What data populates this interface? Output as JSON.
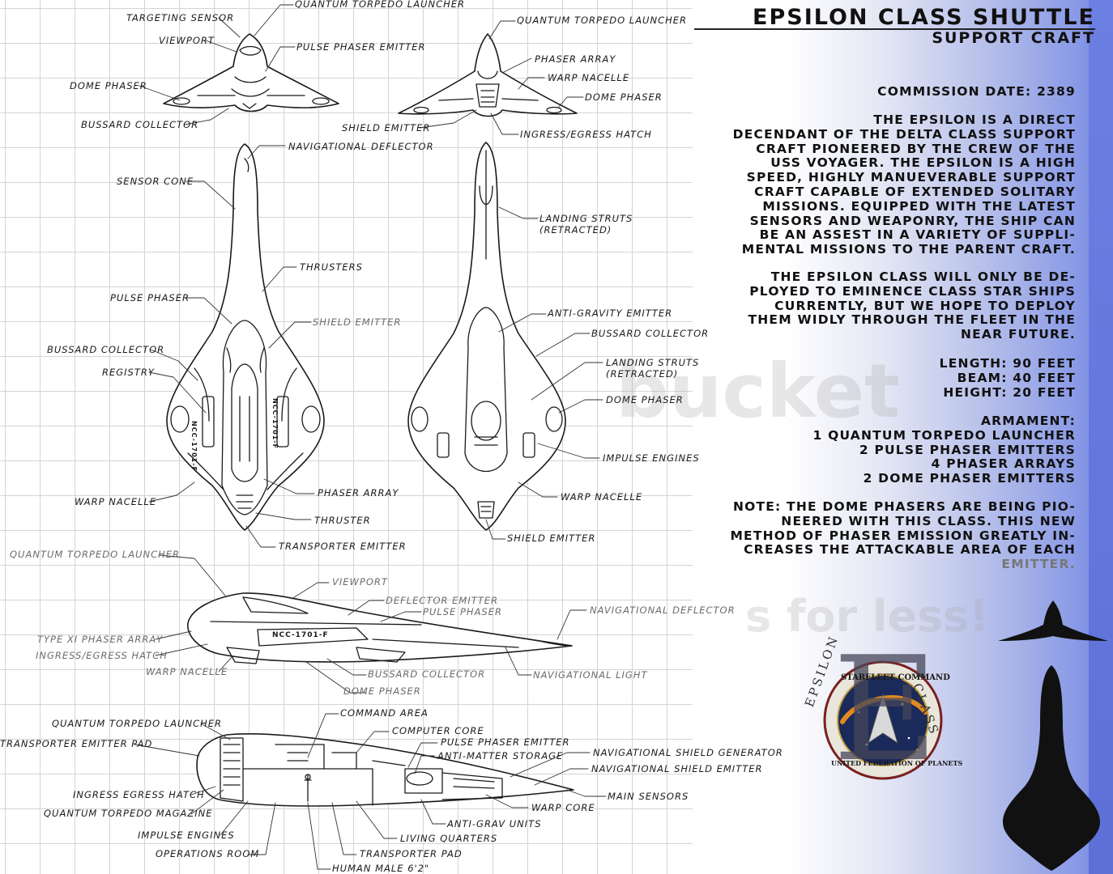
{
  "title": "EPSILON CLASS SHUTTLE",
  "subtitle": "SUPPORT CRAFT",
  "commission": "COMMISSION DATE: 2389",
  "paragraph1": [
    "THE EPSILON IS A DIRECT",
    "DECENDANT OF THE DELTA CLASS SUPPORT",
    "CRAFT PIONEERED BY THE CREW OF THE",
    "USS VOYAGER. THE EPSILON IS A HIGH",
    "SPEED, HIGHLY MANUEVERABLE SUPPORT",
    "CRAFT CAPABLE OF EXTENDED SOLITARY",
    "MISSIONS. EQUIPPED WITH THE LATEST",
    "SENSORS AND WEAPONRY, THE SHIP CAN",
    "BE AN ASSEST IN A VARIETY OF SUPPLI-",
    "MENTAL MISSIONS TO THE PARENT CRAFT."
  ],
  "paragraph2": [
    "THE EPSILON CLASS WILL ONLY BE DE-",
    "PLOYED TO EMINENCE CLASS STAR SHIPS",
    "CURRENTLY, BUT WE HOPE TO DEPLOY",
    "THEM WIDLY THROUGH THE FLEET IN THE",
    "NEAR FUTURE."
  ],
  "dimensions": [
    "LENGTH: 90 FEET",
    "BEAM: 40 FEET",
    "HEIGHT: 20 FEET"
  ],
  "armament": [
    "ARMAMENT:",
    "1 QUANTUM TORPEDO LAUNCHER",
    "2 PULSE PHASER EMITTERS",
    "4 PHASER ARRAYS",
    "2 DOME PHASER EMITTERS"
  ],
  "note": [
    "NOTE: THE DOME PHASERS ARE BEING PIO-",
    "NEERED WITH THIS CLASS. THIS NEW",
    "METHOD OF PHASER EMISSION GREATLY IN-",
    "CREASES THE ATTACKABLE AREA OF EACH",
    "EMITTER."
  ],
  "emblem": {
    "ring_top": "STARFLEET COMMAND",
    "ring_bottom": "UNITED FEDERATION OF PLANETS",
    "arc_left": "EPSILON",
    "arc_right": "CLASS",
    "letter": "E"
  },
  "watermark": [
    "bucket",
    "s for less!"
  ],
  "ship_markings": [
    "NCC-1701-F",
    "NCC-1701-F",
    "NCC-1701-F"
  ],
  "labels": [
    "TARGETING SENSOR",
    "QUANTUM TORPEDO LAUNCHER",
    "VIEWPORT",
    "PULSE PHASER EMITTER",
    "DOME PHASER",
    "BUSSARD COLLECTOR",
    "NAVIGATIONAL DEFLECTOR",
    "QUANTUM TORPEDO LAUNCHER",
    "PHASER ARRAY",
    "WARP NACELLE",
    "DOME PHASER",
    "SHIELD EMITTER",
    "INGRESS/EGRESS HATCH",
    "SENSOR CONE",
    "THRUSTERS",
    "PULSE PHASER",
    "SHIELD EMITTER",
    "BUSSARD COLLECTOR",
    "REGISTRY",
    "WARP NACELLE",
    "PHASER ARRAY",
    "THRUSTER",
    "TRANSPORTER EMITTER",
    "LANDING STRUTS",
    "(RETRACTED)",
    "ANTI-GRAVITY EMITTER",
    "BUSSARD COLLECTOR",
    "LANDING STRUTS",
    "(RETRACTED)",
    "DOME PHASER",
    "IMPULSE ENGINES",
    "WARP NACELLE",
    "SHIELD EMITTER",
    "QUANTUM TORPEDO LAUNCHER",
    "VIEWPORT",
    "DEFLECTOR EMITTER",
    "PULSE PHASER",
    "NAVIGATIONAL DEFLECTOR",
    "TYPE XI PHASER ARRAY",
    "INGRESS/EGRESS HATCH",
    "WARP NACELLE",
    "BUSSARD COLLECTOR",
    "NAVIGATIONAL LIGHT",
    "DOME PHASER",
    "QUANTUM TORPEDO LAUNCHER",
    "COMMAND AREA",
    "TRANSPORTER EMITTER PAD",
    "COMPUTER CORE",
    "PULSE PHASER EMITTER",
    "ANTI-MATTER STORAGE",
    "NAVIGATIONAL SHIELD GENERATOR",
    "NAVIGATIONAL SHIELD EMITTER",
    "INGRESS EGRESS HATCH",
    "MAIN SENSORS",
    "QUANTUM TORPEDO MAGAZINE",
    "WARP CORE",
    "ANTI-GRAV UNITS",
    "IMPULSE ENGINES",
    "LIVING QUARTERS",
    "OPERATIONS ROOM",
    "TRANSPORTER PAD",
    "HUMAN MALE 6'2\""
  ]
}
